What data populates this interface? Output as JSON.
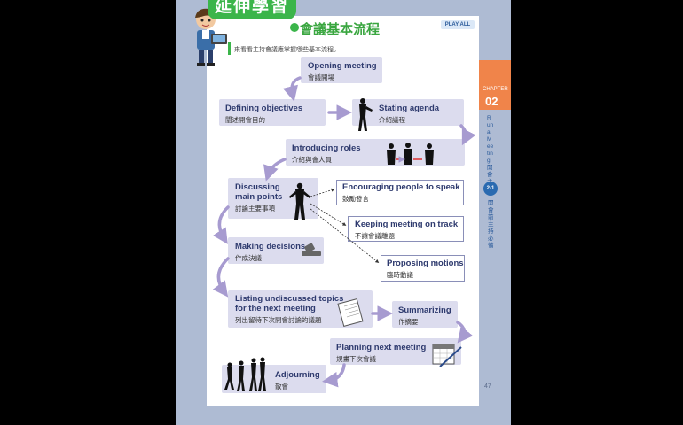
{
  "header": {
    "banner": "延伸學習",
    "section_title": "會議基本流程",
    "play_all": "PLAY ALL",
    "intro": "來看看主持會議應掌握哪些基本流程。"
  },
  "side_tab": {
    "chapter_label": "CHAPTER",
    "chapter_number": "02",
    "vertical_label": "Run a Meeting 開會主持",
    "circle_number": "2-1",
    "vertical_label_2": "開會前主持必備"
  },
  "steps": [
    {
      "en": "Opening meeting",
      "zh": "會議開場"
    },
    {
      "en": "Defining objectives",
      "zh": "闡述開會目的"
    },
    {
      "en": "Stating agenda",
      "zh": "介紹議程"
    },
    {
      "en": "Introducing roles",
      "zh": "介紹與會人員"
    },
    {
      "en": "Discussing",
      "en2": "main points",
      "zh": "討論主要事項"
    },
    {
      "en": "Making decisions",
      "zh": "作成決議"
    },
    {
      "en": "Listing undiscussed topics",
      "en2": "for the next meeting",
      "zh": "列出留待下次開會討論的議題"
    },
    {
      "en": "Summarizing",
      "zh": "作摘要"
    },
    {
      "en": "Planning next meeting",
      "zh": "規畫下次會議"
    },
    {
      "en": "Adjourning",
      "zh": "散會"
    }
  ],
  "sub_steps": [
    {
      "en": "Encouraging people to speak",
      "zh": "鼓勵發言"
    },
    {
      "en": "Keeping meeting on track",
      "zh": "不讓會議離題"
    },
    {
      "en": "Proposing motions",
      "zh": "臨時動議"
    }
  ],
  "page_number": "47",
  "colors": {
    "page_bg": "#aebbd3",
    "box_bg": "#dcdcee",
    "arrow": "#a79bd0",
    "accent_green": "#3bb54a",
    "chapter_orange": "#f0844a",
    "title_navy": "#2e3a6e"
  }
}
